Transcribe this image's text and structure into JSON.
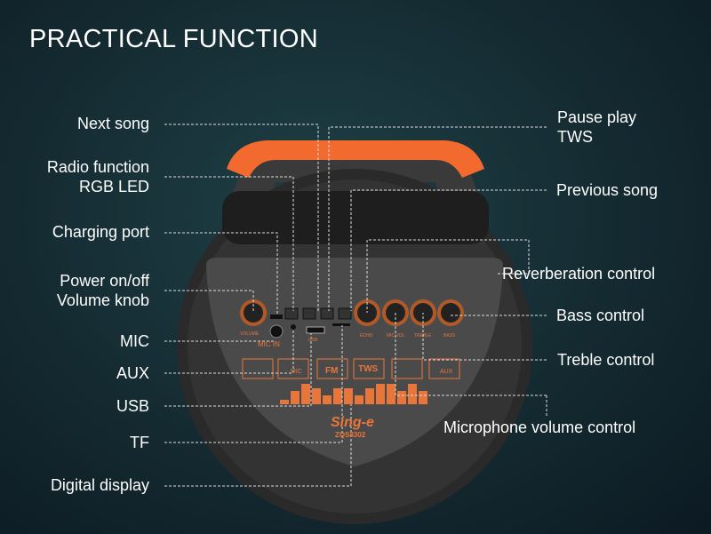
{
  "title": "PRACTICAL FUNCTION",
  "left_labels": {
    "next_song": "Next song",
    "radio": "Radio function",
    "rgb": "RGB LED",
    "charging": "Charging port",
    "power": "Power on/off",
    "volume": "Volume knob",
    "mic": "MIC",
    "aux": "AUX",
    "usb": "USB",
    "tf": "TF",
    "display": "Digital display"
  },
  "right_labels": {
    "pause": "Pause play",
    "tws": "TWS",
    "previous": "Previous song",
    "reverb": "Reverberation control",
    "bass": "Bass control",
    "treble": "Treble control",
    "micvol": "Microphone volume control"
  },
  "panel": {
    "mic_in": "MIC IN",
    "volume": "VOLUME",
    "echo": "ECHO",
    "mic_vol": "MIC VOL",
    "treble": "TREBLE",
    "bass": "BASS",
    "usb": "USB",
    "mic_mode": "MIC",
    "fm": "FM",
    "tws": "TWS",
    "aux": "AUX",
    "brand": "Sing-e",
    "model": "ZQS8302"
  },
  "colors": {
    "accent": "#e8763a",
    "handle": "#f26a2e",
    "body": "#2b2b2b",
    "panel": "#4a4a4a"
  }
}
